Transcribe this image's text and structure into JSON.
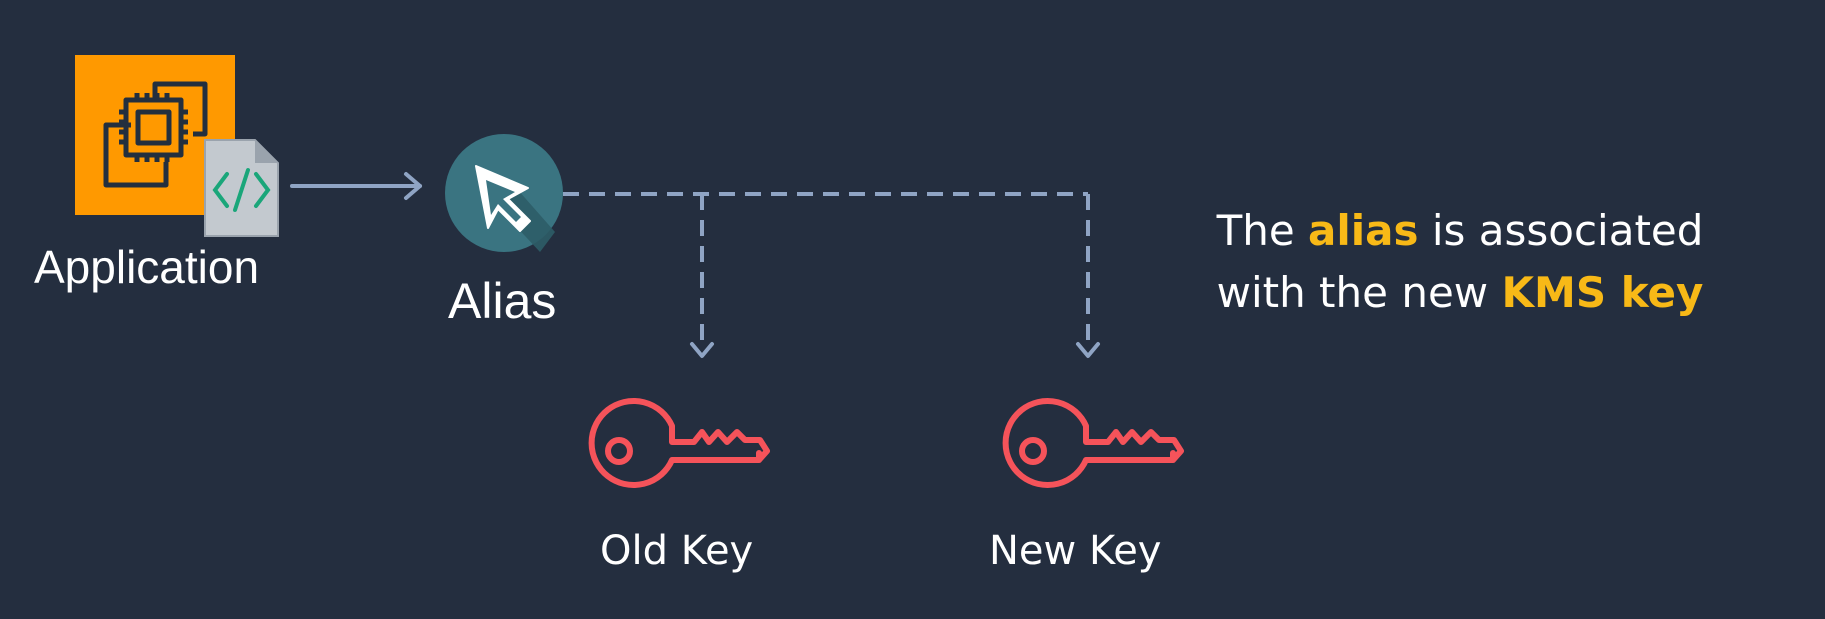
{
  "nodes": {
    "application": {
      "label": "Application",
      "icon": "ec2-chip-icon",
      "badge_icon": "code-file-icon"
    },
    "alias": {
      "label": "Alias",
      "icon": "cursor-pointer-icon"
    },
    "old_key": {
      "label": "Old Key",
      "icon": "key-icon"
    },
    "new_key": {
      "label": "New Key",
      "icon": "key-icon"
    }
  },
  "caption": {
    "part1": "The ",
    "highlight1": "alias",
    "part2": " is associated with the new ",
    "highlight2": "KMS key"
  },
  "colors": {
    "background": "#242e3f",
    "application_tile": "#ff9900",
    "alias_circle": "#3a7481",
    "key": "#f5535a",
    "connector": "#8fa4c4",
    "highlight": "#f8b917",
    "code_glyph": "#1aa67a"
  }
}
